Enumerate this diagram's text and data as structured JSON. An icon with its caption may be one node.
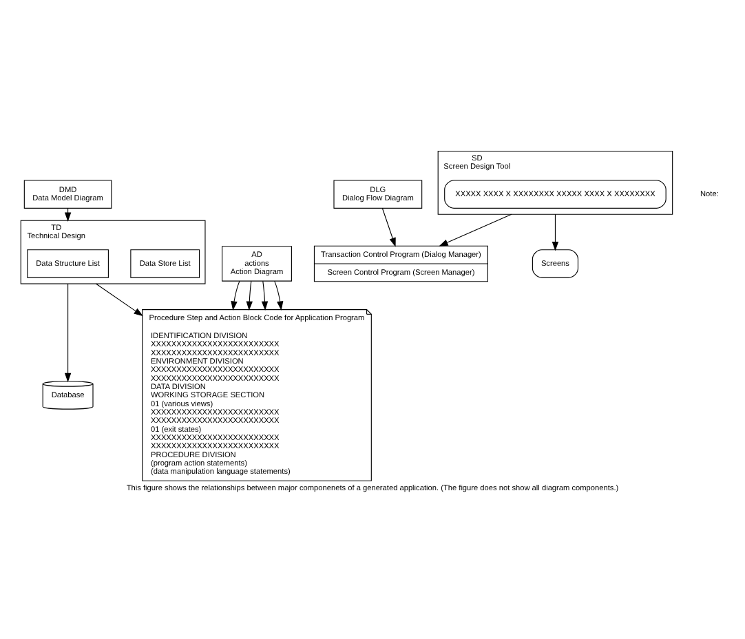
{
  "diagram": {
    "caption": "This figure shows the relationships between major componenets of a generated application. (The figure does not show all diagram components.)",
    "nodes": [
      {
        "text": [
          "DMD",
          "Data Model Diagram"
        ]
      },
      {
        "text": [
          "TD",
          "Technical Design"
        ]
      },
      {
        "text": [
          "Data Store List"
        ],
        "in": 1
      },
      {
        "text": [
          "Data Structure List"
        ],
        "in": 1
      },
      {
        "text": [
          "Database"
        ]
      },
      {
        "text": [
          "Transaction Control Program (Dialog Manager)",
          "Screen Control Program (Screen Manager)"
        ]
      },
      {
        "text": [
          "Procedure Step and Action Block Code for Application Program",
          "IDENTIFICATION DIVISION",
          "XXXXXXXXXXXXXXXXXXXXXXXXX",
          "XXXXXXXXXXXXXXXXXXXXXXXXX",
          "ENVIRONMENT DIVISION",
          "XXXXXXXXXXXXXXXXXXXXXXXXX",
          "XXXXXXXXXXXXXXXXXXXXXXXXX",
          "DATA DIVISION",
          "WORKING STORAGE SECTION",
          "01 (various views)",
          "XXXXXXXXXXXXXXXXXXXXXXXXX",
          "XXXXXXXXXXXXXXXXXXXXXXXXX",
          "01 (exit states)",
          "XXXXXXXXXXXXXXXXXXXXXXXXX",
          "XXXXXXXXXXXXXXXXXXXXXXXXX",
          "PROCEDURE DIVISION",
          "(program action statements)",
          "(data manipulation language statements)"
        ]
      },
      {
        "text": [
          "DLG",
          "Dialog Flow Diagram"
        ]
      },
      {
        "text": [
          "SD",
          "Screen Design Tool"
        ]
      },
      {
        "text": [
          "XXXXX XXXX X XXXXXXXX XXXXX XXXX X XXXXXXXX"
        ],
        "in": 8
      },
      {
        "text": [
          "Screens"
        ]
      },
      {
        "text": [
          "AD",
          "actions",
          "Action Diagram"
        ]
      }
    ],
    "edges": [
      {
        "from": 0,
        "to": 1,
        "arrow": "to"
      },
      {
        "from": 1,
        "to": 4,
        "arrow": "to"
      },
      {
        "from": 1,
        "to": 6,
        "arrow": "to"
      },
      {
        "from": 7,
        "to": 5,
        "arrow": "to"
      },
      {
        "from": 8,
        "to": 5,
        "arrow": "to"
      },
      {
        "from": 8,
        "to": 10,
        "arrow": "to"
      },
      {
        "from": 11,
        "to": 6,
        "arrow": "to"
      },
      {
        "from": 11,
        "to": 6,
        "arrow": "to"
      },
      {
        "from": 11,
        "to": 6,
        "arrow": "to"
      },
      {
        "from": 11,
        "to": 6,
        "arrow": "to"
      }
    ],
    "labels": [
      "Note:"
    ]
  }
}
